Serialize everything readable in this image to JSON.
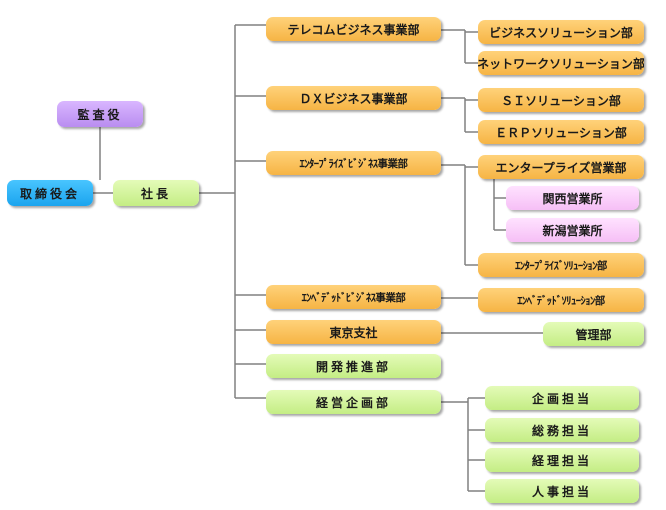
{
  "org_chart": {
    "auditor": "監査役",
    "board": "取締役会",
    "president": "社長",
    "divisions": [
      {
        "name": "テレコムビジネス事業部",
        "departments": [
          "ビジネスソリューション部",
          "ネットワークソリューション部"
        ]
      },
      {
        "name": "ＤＸビジネス事業部",
        "departments": [
          "ＳＩソリューション部",
          "ＥＲＰソリューション部"
        ]
      },
      {
        "name": "ｴﾝﾀｰﾌﾟﾗｲｽﾞﾋﾞｼﾞﾈｽ事業部",
        "departments": [
          "エンタープライズ営業部",
          "ｴﾝﾀｰﾌﾟﾗｲｽﾞｿﾘｭｰｼｮﾝ部"
        ],
        "offices": [
          "関西営業所",
          "新潟営業所"
        ]
      },
      {
        "name": "ｴﾝﾍﾞﾃﾞｯﾄﾞﾋﾞｼﾞﾈｽ事業部",
        "departments": [
          "ｴﾝﾍﾞﾃﾞｯﾄﾞｿﾘｭｰｼｮﾝ部"
        ]
      },
      {
        "name": "東京支社",
        "departments": [
          "管理部"
        ]
      },
      {
        "name": "開発推進部",
        "departments": []
      },
      {
        "name": "経営企画部",
        "departments": [
          "企画担当",
          "総務担当",
          "経理担当",
          "人事担当"
        ]
      }
    ]
  },
  "colors": {
    "division": "#f6b444",
    "staff": "#c4ed84",
    "office": "#f6bff6",
    "auditor": "#b98df0",
    "board": "#1aa4ee",
    "connector": "#808080"
  }
}
